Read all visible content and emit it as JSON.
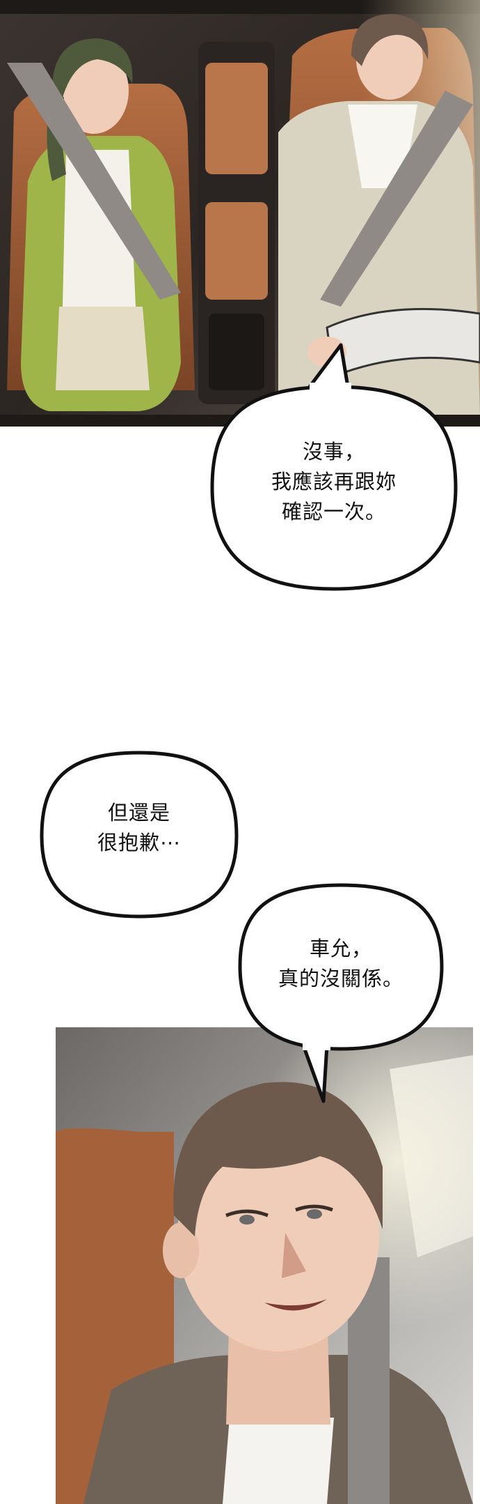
{
  "page": {
    "background": "#ffffff"
  },
  "panels": [
    {
      "name": "car-interior-panel",
      "description_icon": "car-backseat-scene"
    },
    {
      "name": "driver-closeup-panel",
      "description_icon": "smiling-driver-scene"
    }
  ],
  "bubbles": [
    {
      "name": "speech-bubble-1",
      "lines": [
        "沒事，",
        "我應該再跟妳",
        "確認一次。"
      ]
    },
    {
      "name": "speech-bubble-2",
      "lines": [
        "但還是",
        "很抱歉⋯"
      ]
    },
    {
      "name": "speech-bubble-3",
      "lines": [
        "車允，",
        "真的沒關係。"
      ]
    }
  ],
  "colors": {
    "bubble_fill": "#ffffff",
    "bubble_stroke": "#111111",
    "jacket_green": "#9fb54a",
    "seat_brown": "#a5623a",
    "shirt_beige": "#d9d4c2",
    "hair_brown": "#6e5a4c",
    "skin": "#f0cdb8"
  }
}
